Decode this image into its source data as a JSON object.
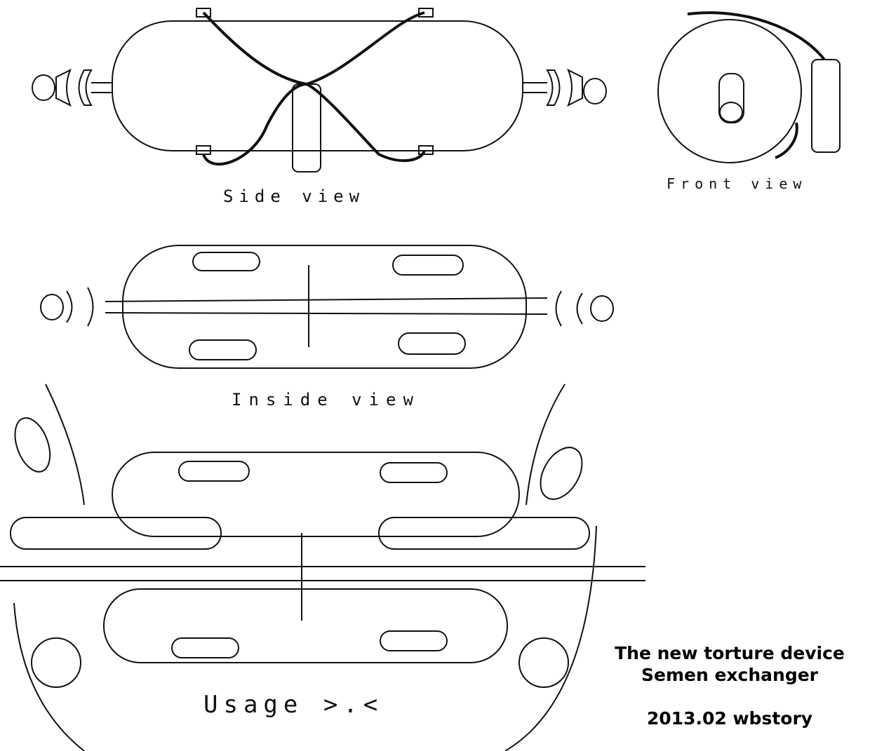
{
  "labels": {
    "side_view": "Side view",
    "front_view": "Front view",
    "inside_view": "Inside view",
    "usage": "Usage >.<"
  },
  "caption": {
    "line1": "The new torture device",
    "line2": "Semen exchanger",
    "line3": "2013.02 wbstory"
  }
}
